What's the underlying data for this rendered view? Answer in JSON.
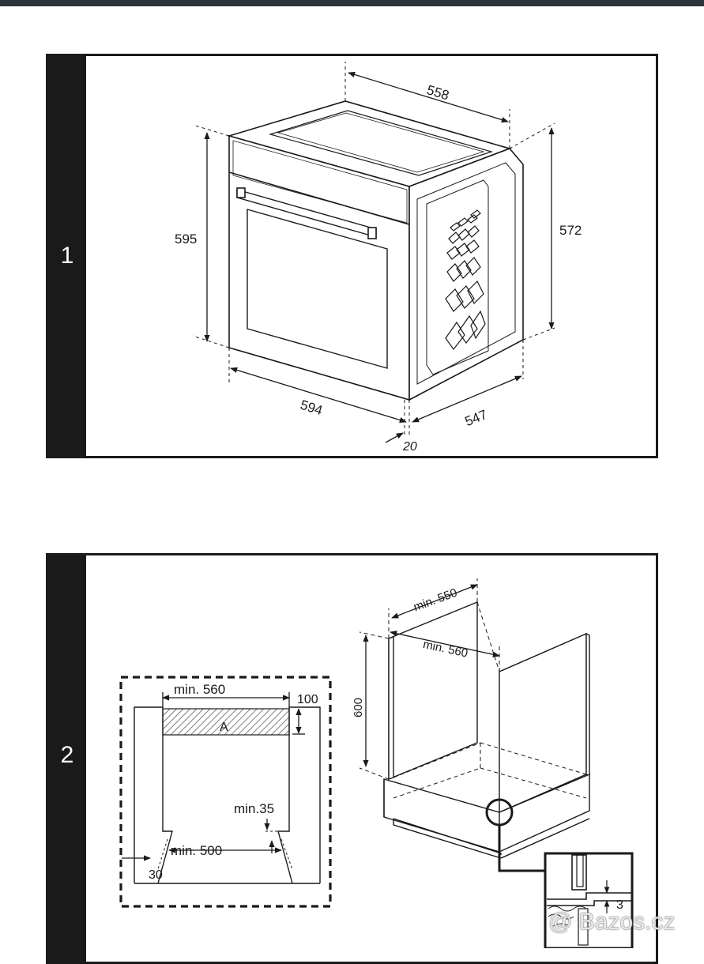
{
  "panels": [
    {
      "number": "1",
      "dimensions": {
        "top_width": "558",
        "height_front": "595",
        "height_side": "572",
        "width_front": "594",
        "depth": "547",
        "door_thickness": "20"
      }
    },
    {
      "number": "2",
      "front_view": {
        "min_width": "min. 560",
        "height_zone": "100",
        "zone_label": "A",
        "min_gap": "min.35",
        "min_bottom": "min. 500",
        "side_gap": "30"
      },
      "cabinet": {
        "depth": "min. 550",
        "width": "min. 560",
        "height": "600",
        "detail": "3"
      }
    }
  ],
  "watermark": "@ Bazos.cz"
}
